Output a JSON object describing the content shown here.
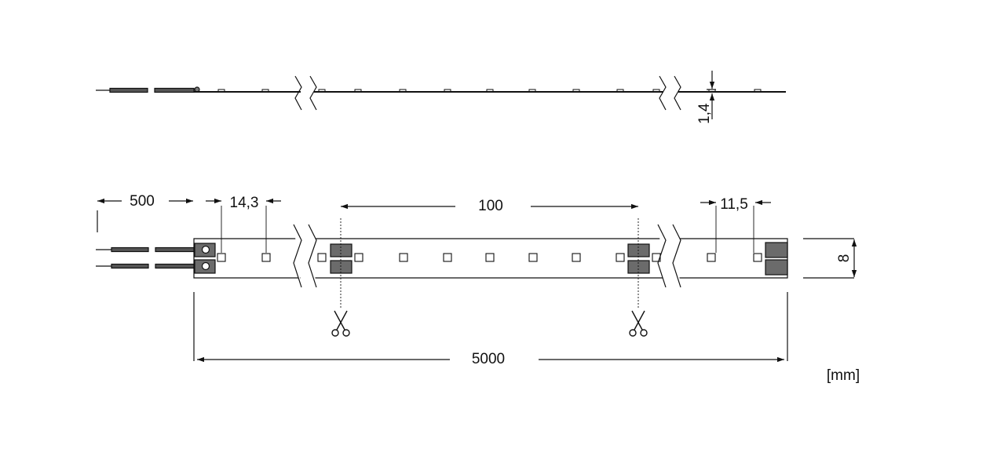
{
  "dimensions": {
    "thickness": "1,4",
    "lead_length": "500",
    "first_led_offset": "14,3",
    "cut_interval": "100",
    "end_led_offset": "11,5",
    "width": "8",
    "total_length": "5000"
  },
  "unit": "[mm]",
  "icons": {
    "scissors_glyph": "✂",
    "scissors_name": "scissors-icon"
  },
  "colors": {
    "line": "#111111",
    "pad": "#6b6b6b",
    "wire": "#555555"
  }
}
